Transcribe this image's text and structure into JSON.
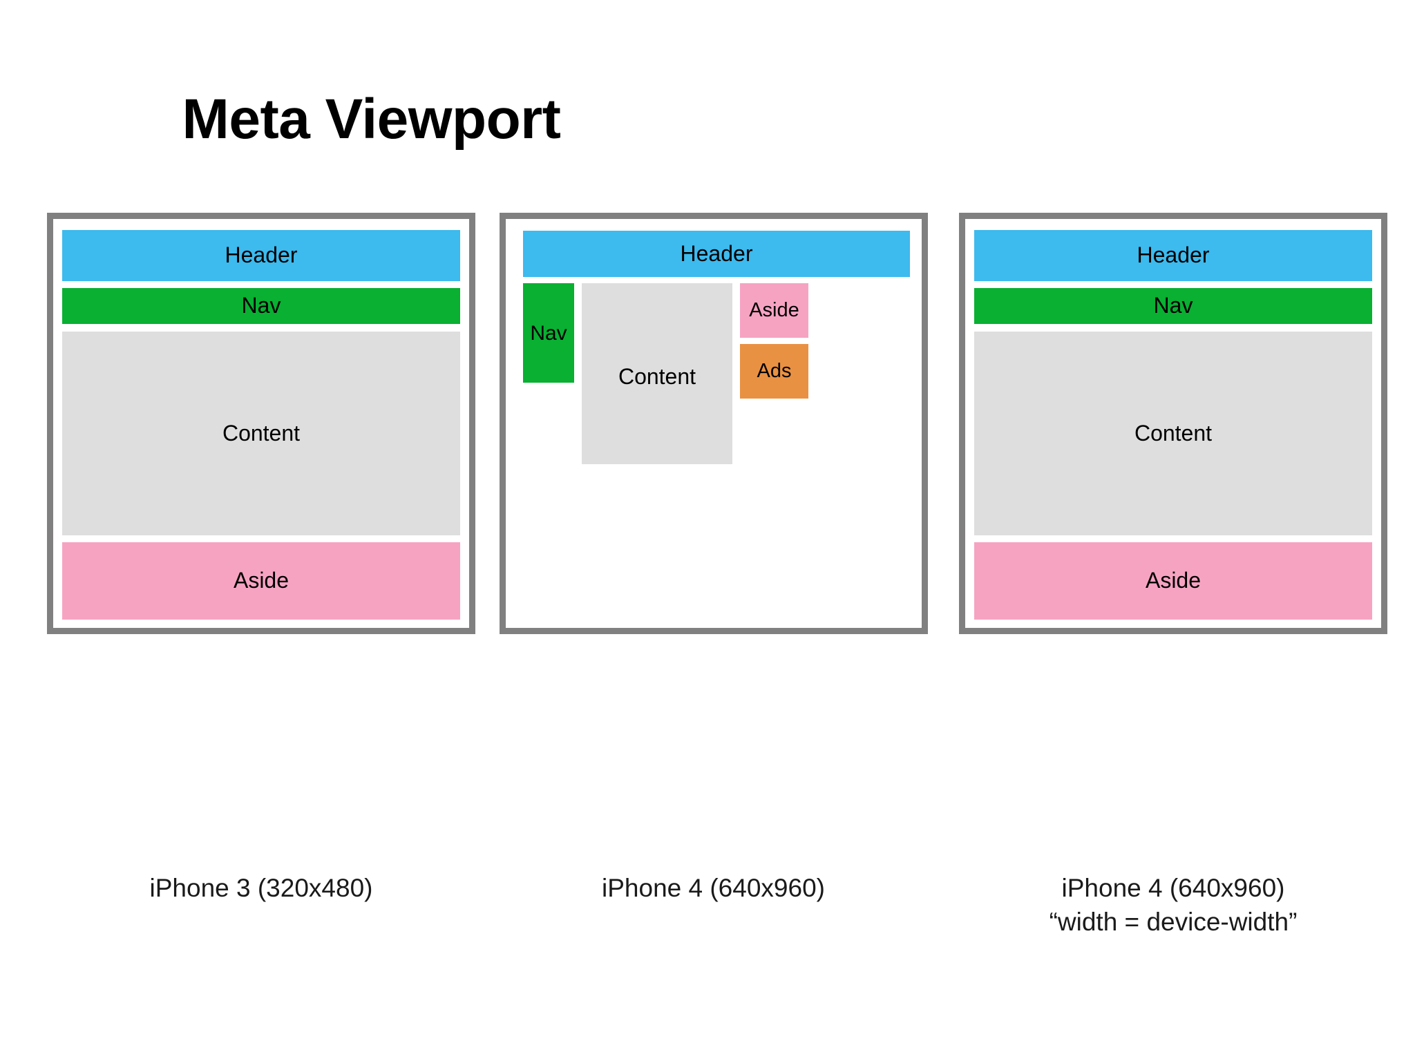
{
  "title": "Meta Viewport",
  "colors": {
    "header": "#3DBAEE",
    "nav": "#09B032",
    "content": "#DEDEDF",
    "aside": "#F6A3C2",
    "ads": "#E99143",
    "frame_border": "#808080",
    "background": "#FFFFFF",
    "text": "#000000"
  },
  "labels": {
    "header": "Header",
    "nav": "Nav",
    "content": "Content",
    "aside": "Aside",
    "ads": "Ads"
  },
  "panels": [
    {
      "id": "iphone3",
      "caption": "iPhone 3 (320x480)",
      "blocks": [
        {
          "name": "header",
          "label": "Header"
        },
        {
          "name": "nav",
          "label": "Nav"
        },
        {
          "name": "content",
          "label": "Content"
        },
        {
          "name": "aside",
          "label": "Aside"
        }
      ]
    },
    {
      "id": "iphone4-unscaled",
      "caption": "iPhone 4 (640x960)",
      "blocks": [
        {
          "name": "header",
          "label": "Header"
        },
        {
          "name": "nav",
          "label": "Nav"
        },
        {
          "name": "content",
          "label": "Content"
        },
        {
          "name": "aside",
          "label": "Aside"
        },
        {
          "name": "ads",
          "label": "Ads"
        }
      ]
    },
    {
      "id": "iphone4-device-width",
      "caption": "iPhone 4 (640x960)\n“width = device-width”",
      "blocks": [
        {
          "name": "header",
          "label": "Header"
        },
        {
          "name": "nav",
          "label": "Nav"
        },
        {
          "name": "content",
          "label": "Content"
        },
        {
          "name": "aside",
          "label": "Aside"
        }
      ]
    }
  ]
}
